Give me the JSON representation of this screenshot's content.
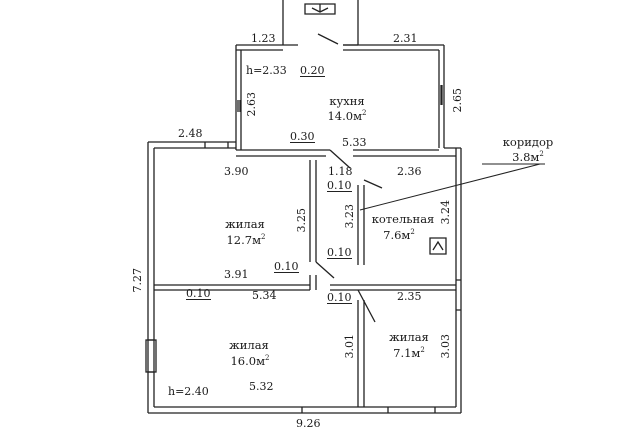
{
  "rooms": {
    "kitchen": {
      "name": "кухня",
      "area": "14.0м",
      "sup": "2"
    },
    "corridor": {
      "name": "коридор",
      "area": "3.8м",
      "sup": "2"
    },
    "boiler": {
      "name": "котельная",
      "area": "7.6м",
      "sup": "2"
    },
    "living1": {
      "name": "жилая",
      "area": "12.7м",
      "sup": "2"
    },
    "living2": {
      "name": "жилая",
      "area": "16.0м",
      "sup": "2"
    },
    "living3": {
      "name": "жилая",
      "area": "7.1м",
      "sup": "2"
    }
  },
  "heights": {
    "kitchen": "h=2.33",
    "main": "h=2.40"
  },
  "dims": {
    "d_1_23": "1.23",
    "d_2_31": "2.31",
    "d_0_20": "0.20",
    "d_2_63": "2.63",
    "d_2_65": "2.65",
    "d_2_48": "2.48",
    "d_0_30": "0.30",
    "d_5_33": "5.33",
    "d_3_90": "3.90",
    "d_1_18": "1.18",
    "d_2_36": "2.36",
    "d_0_10_a": "0.10",
    "d_3_23": "3.23",
    "d_3_24": "3.24",
    "d_3_25": "3.25",
    "d_0_10_b": "0.10",
    "d_0_10_c": "0.10",
    "d_3_91": "3.91",
    "d_7_27": "7.27",
    "d_0_10_d": "0.10",
    "d_5_34": "5.34",
    "d_0_10_e": "0.10",
    "d_2_35": "2.35",
    "d_3_01": "3.01",
    "d_3_03": "3.03",
    "d_5_32": "5.32",
    "d_bottom": "9.26"
  }
}
